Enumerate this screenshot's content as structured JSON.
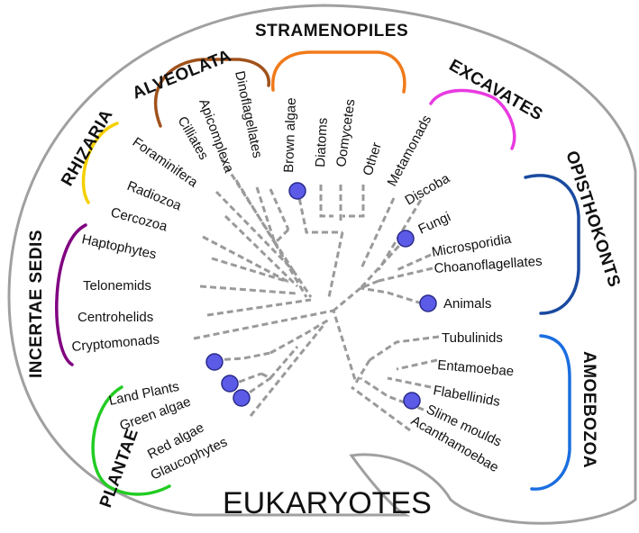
{
  "title": "EUKARYOTES",
  "groups": {
    "incertae_sedis": {
      "label": "INCERTAE SEDIS",
      "color": "#800080"
    },
    "rhizaria": {
      "label": "RHIZARIA",
      "color": "#f5d000"
    },
    "alveolata": {
      "label": "ALVEOLATA",
      "color": "#a0521c"
    },
    "stramenopiles": {
      "label": "STRAMENOPILES",
      "color": "#f07a1a"
    },
    "excavates": {
      "label": "EXCAVATES",
      "color": "#e83ae0"
    },
    "opisthokonts": {
      "label": "OPISTHOKONTS",
      "color": "#1a4aa0"
    },
    "amoebozoa": {
      "label": "AMOEBOZOA",
      "color": "#1a6ee0"
    },
    "plantae": {
      "label": "PLANTAE",
      "color": "#22cc22"
    }
  },
  "leaves": {
    "cryptomonads": "Cryptomonads",
    "centrohelids": "Centrohelids",
    "telonemids": "Telonemids",
    "haptophytes": "Haptophytes",
    "cercozoa": "Cercozoa",
    "radiozoa": "Radiozoa",
    "foraminifera": "Foraminifera",
    "cilliates": "Cilliates",
    "apicomplexa": "Apicomplexa",
    "dinoflagellates": "Dinoflagellates",
    "brown_algae": "Brown algae",
    "diatoms": "Diatoms",
    "oomycetes": "Oomycetes",
    "other": "Other",
    "metamonads": "Metamonads",
    "discoba": "Discoba",
    "fungi": "Fungi",
    "microsporidia": "Microsporidia",
    "choanoflagellates": "Choanoflagellates",
    "animals": "Animals",
    "tubulinids": "Tubulinids",
    "entamoebae": "Entamoebae",
    "flabellinids": "Flabellinids",
    "slime_moulds": "Slime moulds",
    "acanthamoebae": "Acanthamoebae",
    "land_plants": "Land Plants",
    "green_algae": "Green algae",
    "red_algae": "Red algae",
    "glaucophytes": "Glaucophytes"
  },
  "marker_color": "#5b5be8"
}
